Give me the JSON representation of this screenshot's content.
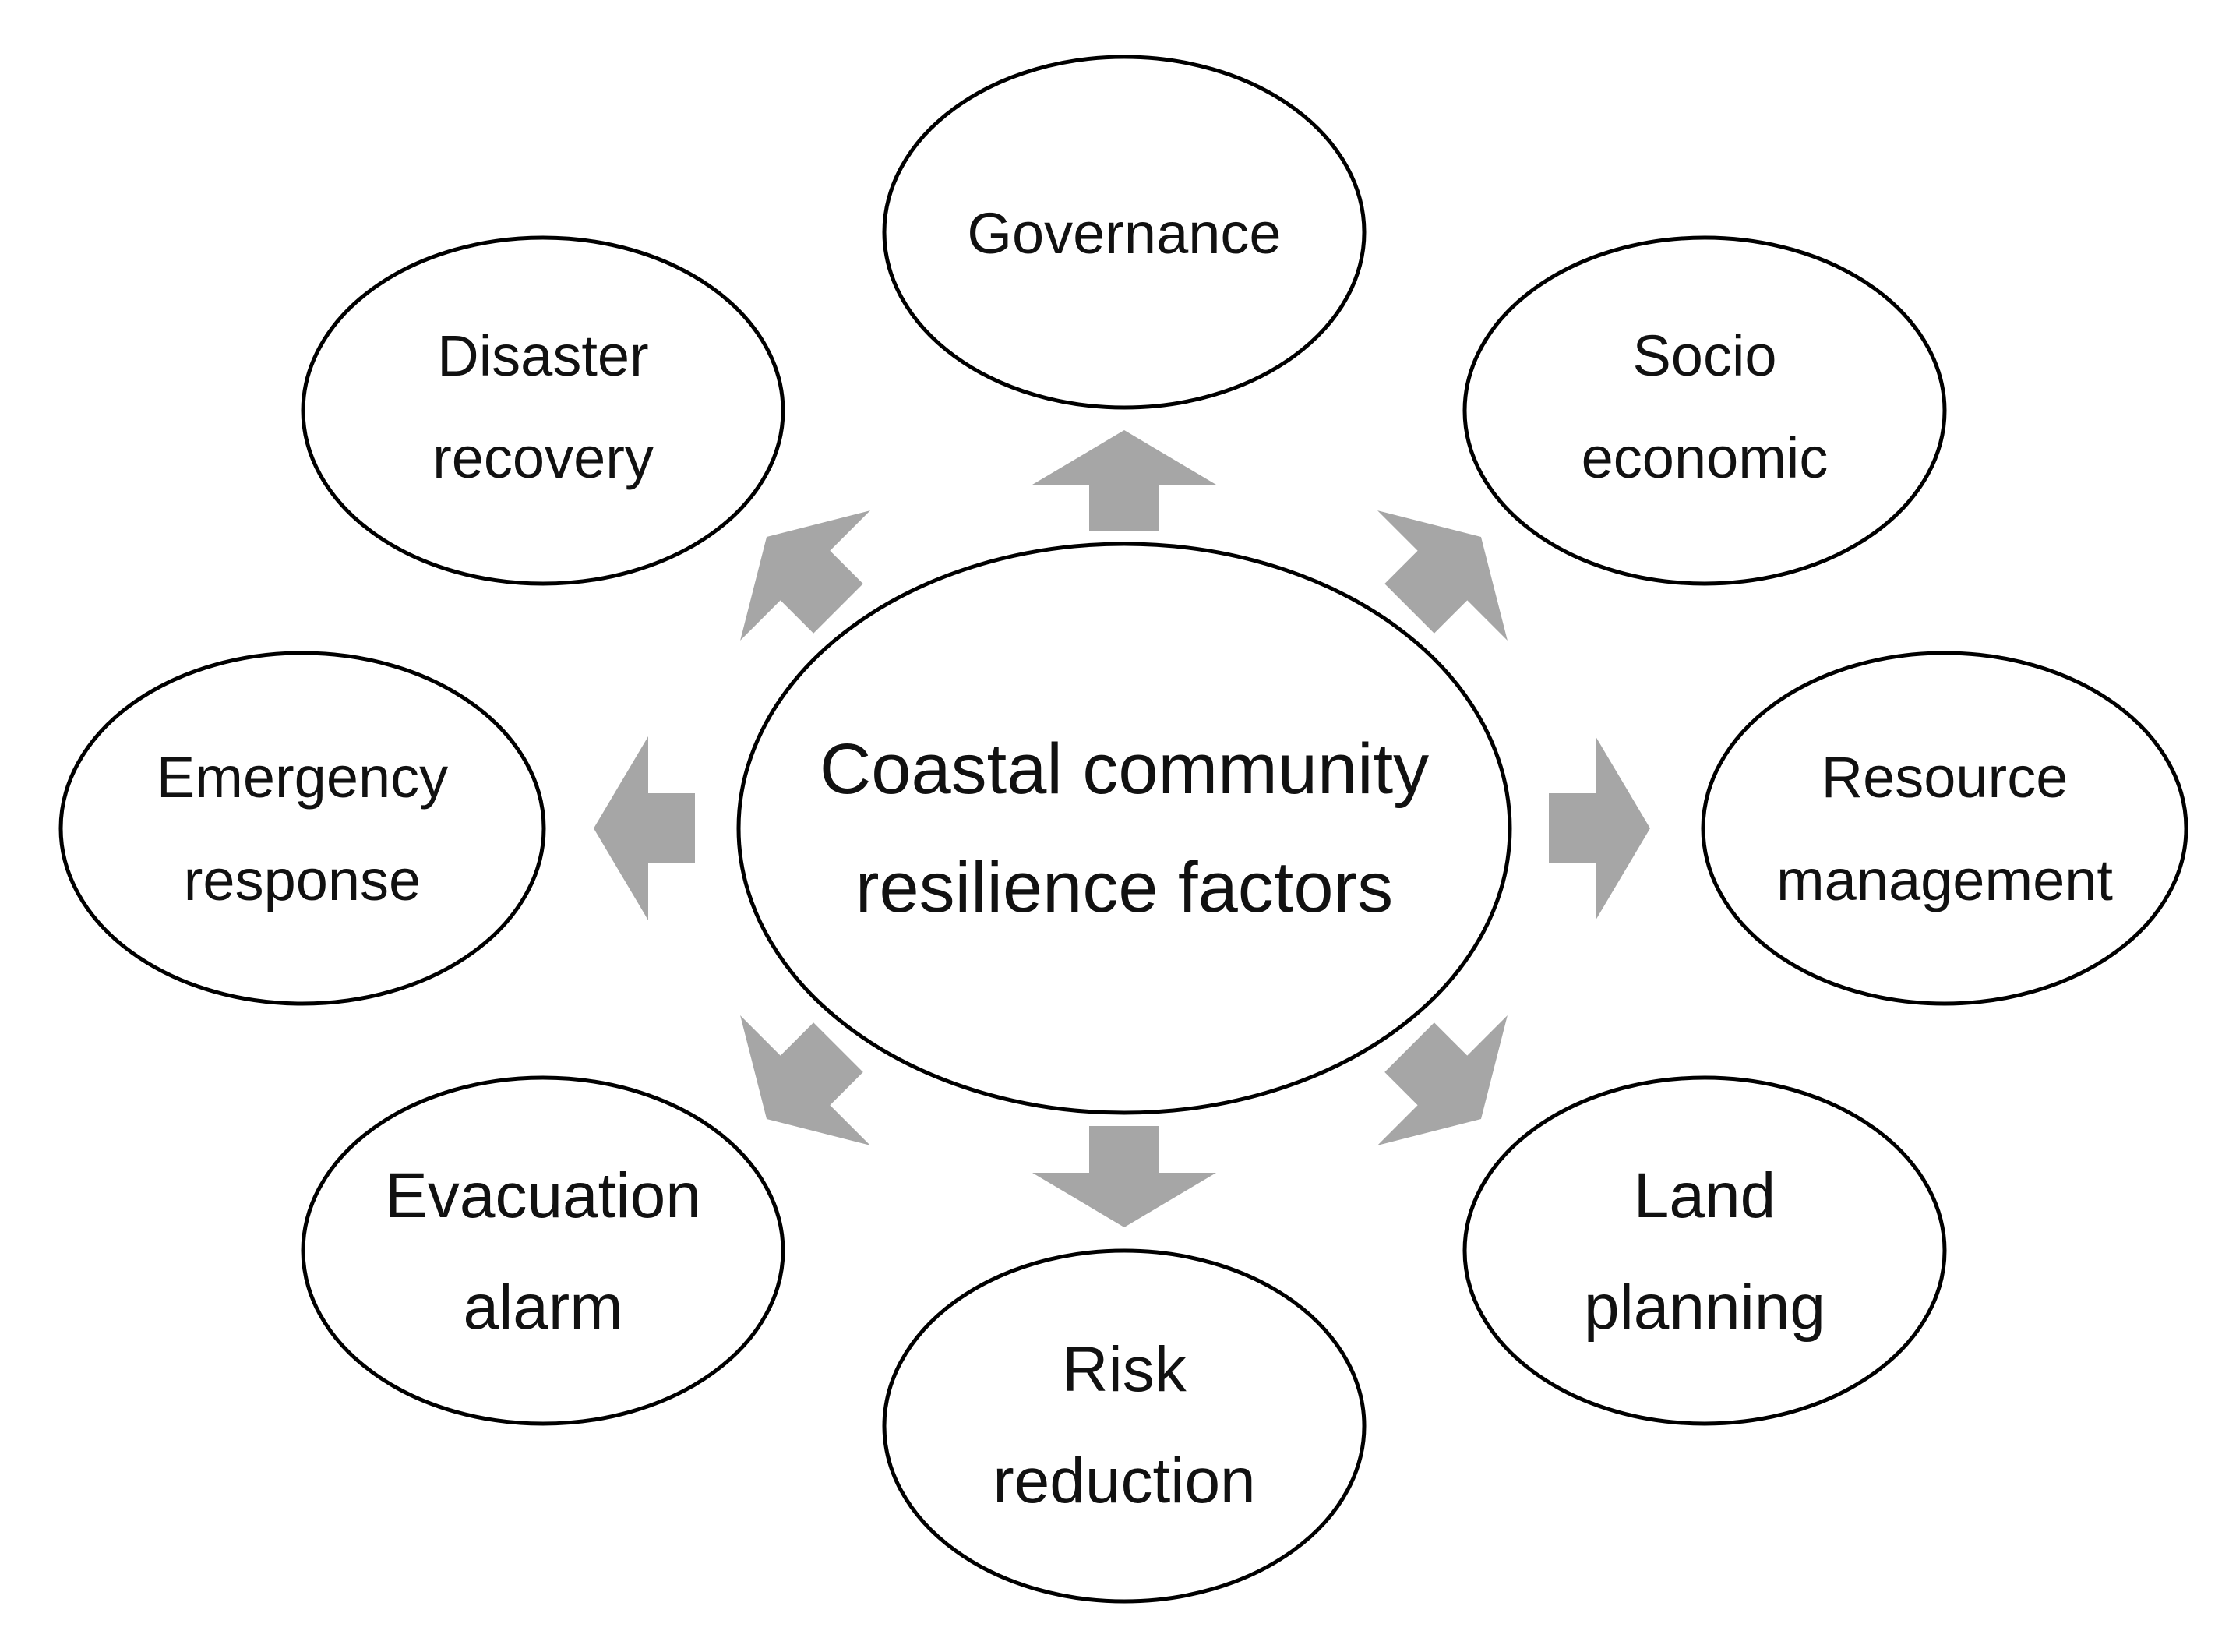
{
  "center": {
    "line1": "Coastal community",
    "line2": "resilience factors"
  },
  "nodes": {
    "governance": {
      "line1": "Governance"
    },
    "socio_economic": {
      "line1": "Socio",
      "line2": "economic"
    },
    "resource_management": {
      "line1": "Resource",
      "line2": "management"
    },
    "land_planning": {
      "line1": "Land",
      "line2": "planning"
    },
    "risk_reduction": {
      "line1": "Risk",
      "line2": "reduction"
    },
    "evacuation_alarm": {
      "line1": "Evacuation",
      "line2": "alarm"
    },
    "emergency_response": {
      "line1": "Emergency",
      "line2": "response"
    },
    "disaster_recovery": {
      "line1": "Disaster",
      "line2": "recovery"
    }
  },
  "colors": {
    "arrow": "#a6a6a6",
    "outline": "#000000"
  }
}
